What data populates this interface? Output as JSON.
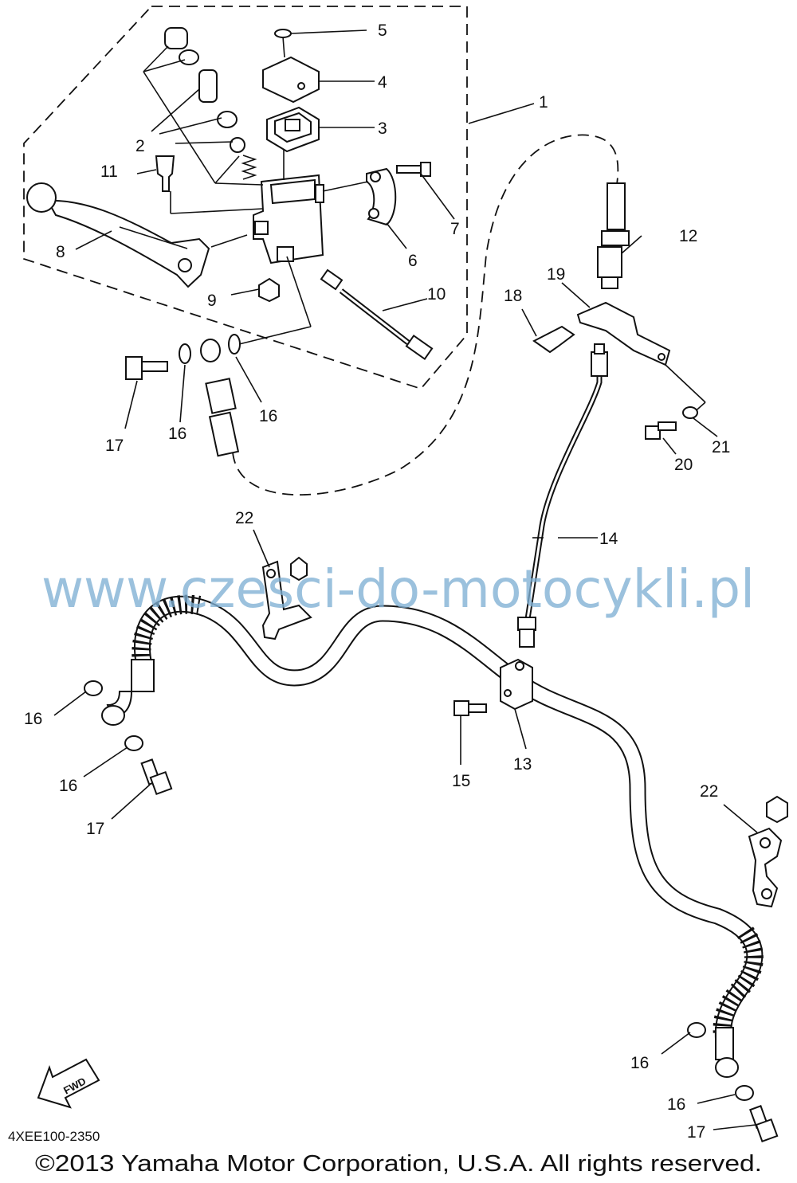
{
  "callouts": {
    "c1": "1",
    "c2": "2",
    "c3": "3",
    "c4": "4",
    "c5": "5",
    "c6": "6",
    "c7": "7",
    "c8": "8",
    "c9": "9",
    "c10": "10",
    "c11": "11",
    "c12": "12",
    "c13": "13",
    "c14": "14",
    "c15": "15",
    "c16": "16",
    "c17": "17",
    "c18": "18",
    "c19": "19",
    "c20": "20",
    "c21": "21",
    "c22": "22"
  },
  "watermark": "www.czesci-do-motocykli.pl",
  "fwd_label": "FWD",
  "diagram_code": "4XEE100-2350",
  "copyright": "©2013 Yamaha Motor Corporation, U.S.A. All rights reserved."
}
